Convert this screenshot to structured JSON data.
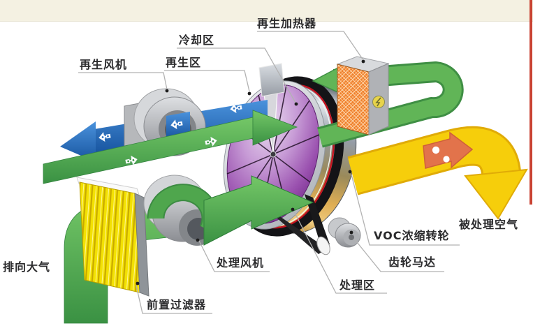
{
  "labels": {
    "regen_heater": "再生加热器",
    "cooling_zone": "冷却区",
    "regen_zone": "再生区",
    "regen_fan": "再生风机",
    "exhaust_to_atmosphere": "排向大气",
    "pre_filter": "前置过滤器",
    "process_fan": "处理风机",
    "process_zone": "处理区",
    "gear_motor": "齿轮马达",
    "voc_rotor": "VOC浓缩转轮",
    "treated_air": "被处理空气"
  },
  "icons": {
    "molecule_arrow": "white arrow chip with molecule dots",
    "heater_badge": "electric heater badge"
  },
  "colors": {
    "band_green": "#57ab4e",
    "band_blue": "#2170bf",
    "band_yellow": "#f6ce0b",
    "voc_orange": "#e2734b",
    "rotor_purple": "#8a3d9e",
    "heater_orange": "#ef7f2a",
    "filter_yellow": "#f3e103",
    "top_strip": "#f4f1e2",
    "edge_red": "#c94333"
  }
}
